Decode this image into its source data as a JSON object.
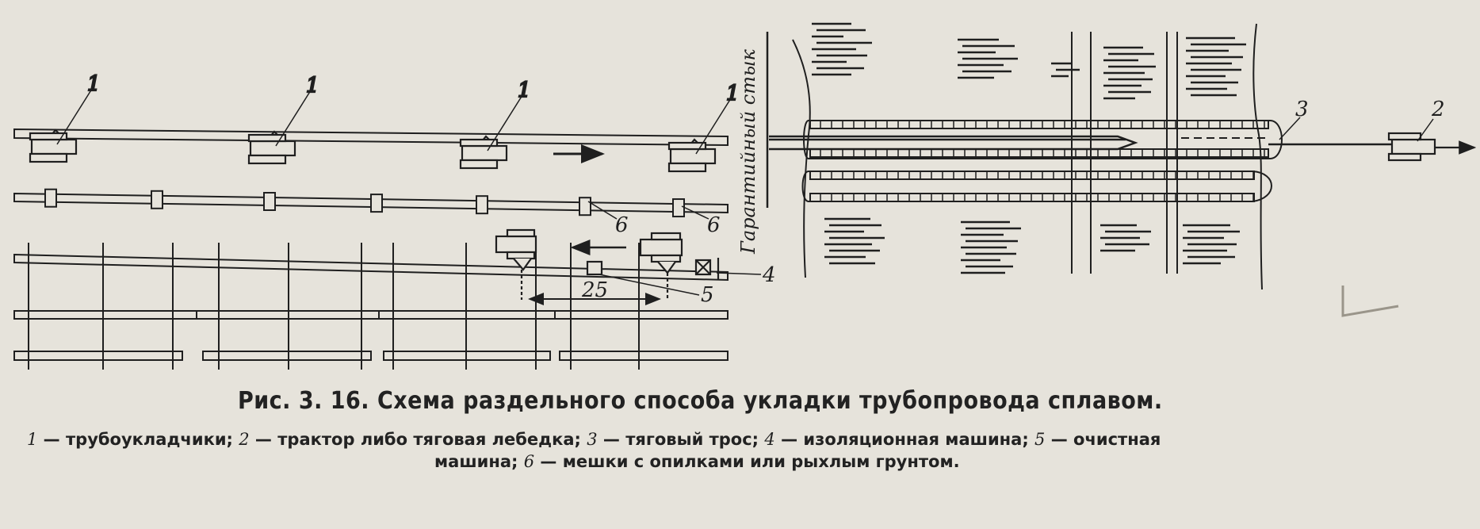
{
  "figure": {
    "labels": {
      "pipelayer": "1",
      "tractor": "2",
      "cable": "3",
      "insulation_machine": "4",
      "cleaning_machine": "5",
      "bags": "6",
      "distance": "25",
      "guarantee_joint": "Гарантийный стык"
    }
  },
  "caption": {
    "title": "Рис. 3. 16. Схема раздельного способа укладки трубопровода сплавом.",
    "legend_line1": [
      {
        "num": "1",
        "text": " — трубоукладчики; "
      },
      {
        "num": "2",
        "text": " — трактор либо тяговая лебедка; "
      },
      {
        "num": "3",
        "text": " — тяговый трос; "
      },
      {
        "num": "4",
        "text": " — изоляционная машина; "
      },
      {
        "num": "5",
        "text": " — очистная"
      }
    ],
    "legend_line2": [
      {
        "num": "",
        "text": "машина; "
      },
      {
        "num": "6",
        "text": " — мешки с опилками или рыхлым грунтом."
      }
    ]
  }
}
